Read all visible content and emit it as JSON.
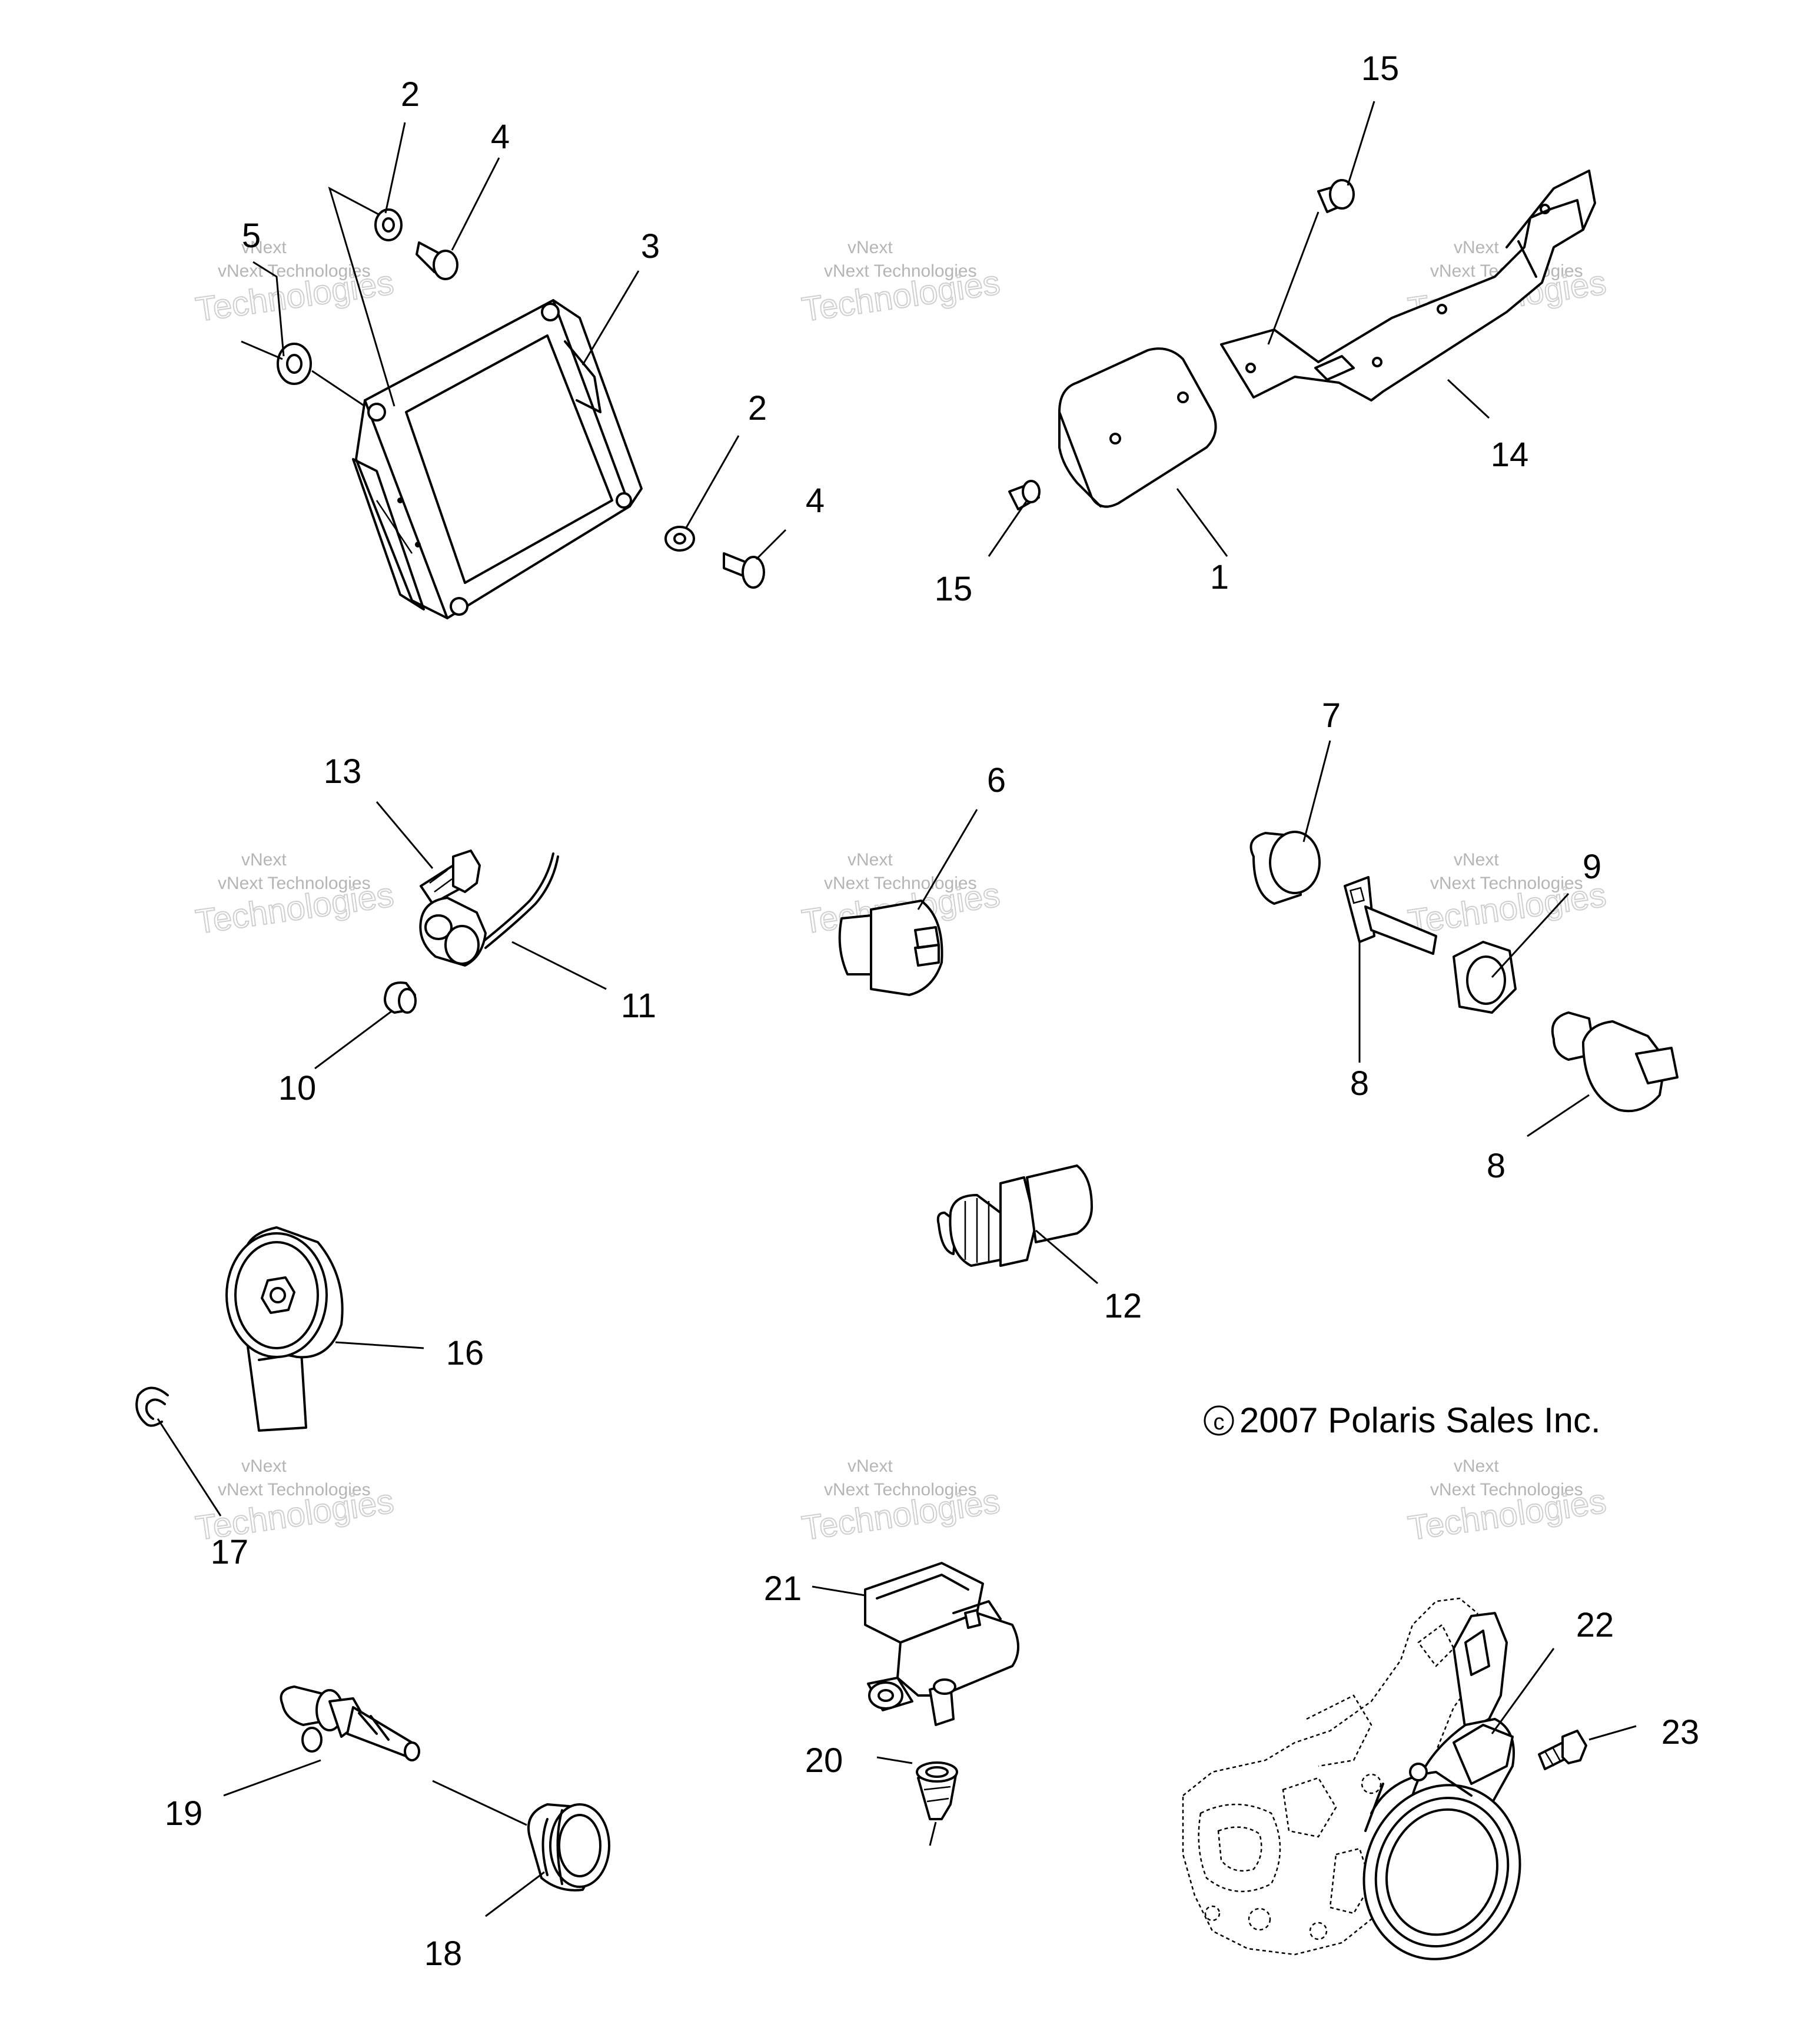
{
  "callouts": {
    "c1": "1",
    "c2a": "2",
    "c2b": "2",
    "c3": "3",
    "c4a": "4",
    "c4b": "4",
    "c5": "5",
    "c6": "6",
    "c7": "7",
    "c8a": "8",
    "c8b": "8",
    "c9": "9",
    "c10": "10",
    "c11": "11",
    "c12": "12",
    "c13": "13",
    "c14": "14",
    "c15a": "15",
    "c15b": "15",
    "c16": "16",
    "c17": "17",
    "c18": "18",
    "c19": "19",
    "c20": "20",
    "c21": "21",
    "c22": "22",
    "c23": "23"
  },
  "copyright": "2007 Polaris Sales Inc.",
  "copyright_symbol": "c",
  "watermark": {
    "top": "vNext",
    "middle": "vNext Technologies",
    "bottom": "Technologies"
  }
}
